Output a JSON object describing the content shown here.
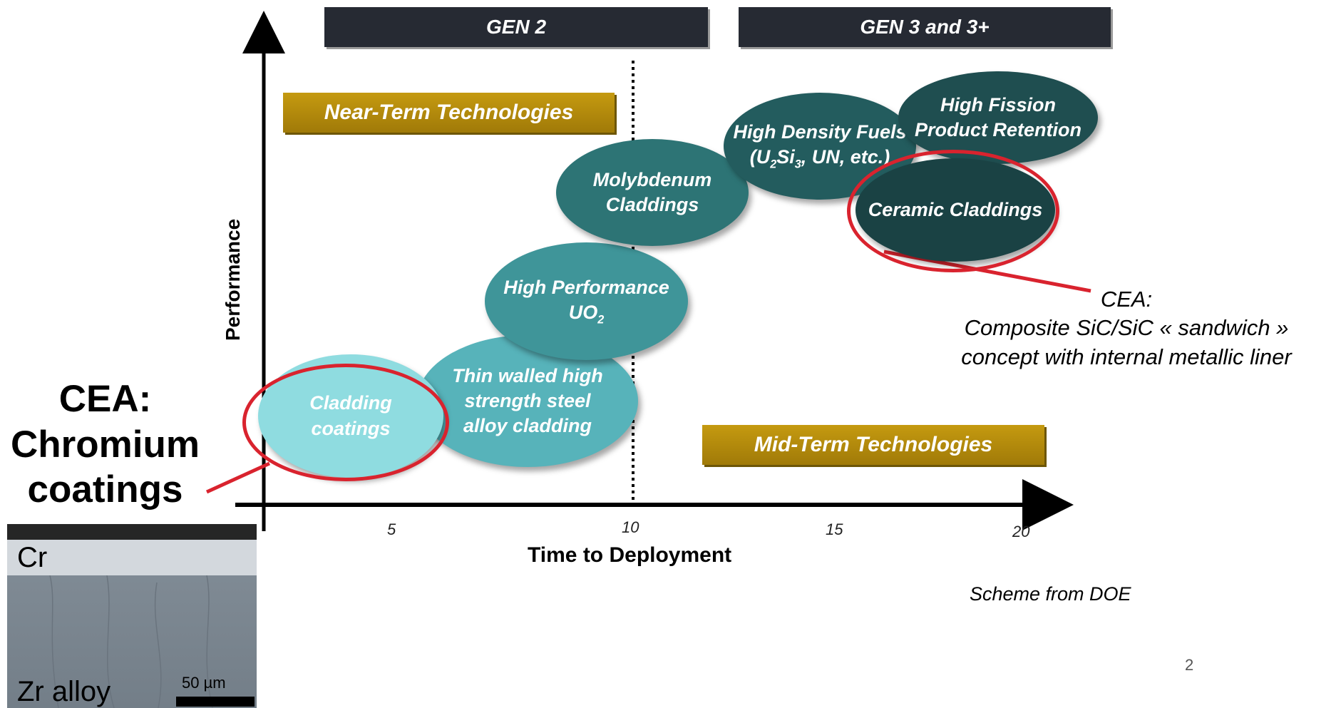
{
  "header": {
    "gen2": "GEN 2",
    "gen3": "GEN 3 and 3+"
  },
  "bands": {
    "near_term": "Near-Term Technologies",
    "mid_term": "Mid-Term Technologies"
  },
  "axes": {
    "ylabel": "Performance",
    "xlabel": "Time to Deployment",
    "xticks": [
      "5",
      "10",
      "15",
      "20"
    ]
  },
  "technologies": [
    {
      "line1": "Cladding",
      "line2": "coatings",
      "color": "#8fdce0"
    },
    {
      "line1": "Thin walled high",
      "line2": "strength steel",
      "line3": "alloy cladding",
      "color": "#57b3ba"
    },
    {
      "line1": "High Performance",
      "line2": "UO",
      "sub": "2",
      "color": "#3f9599"
    },
    {
      "line1": "Molybdenum",
      "line2": "Claddings",
      "color": "#2d7475"
    },
    {
      "line1": "High Density Fuels",
      "line2_pre": "(U",
      "line2_sub1": "2",
      "line2_mid": "Si",
      "line2_sub2": "3",
      "line2_post": ", UN, etc.)",
      "color": "#235c5e"
    },
    {
      "line1": "High Fission",
      "line2": "Product Retention",
      "color": "#1f4e50"
    },
    {
      "line1": "Ceramic Claddings",
      "color": "#1a4244"
    }
  ],
  "annotations": {
    "cea_right": [
      "CEA:",
      "Composite SiC/SiC « sandwich »",
      "concept with internal metallic liner"
    ],
    "cea_left": [
      "CEA:",
      "Chromium",
      "coatings"
    ],
    "source": "Scheme from DOE",
    "page_number": "2",
    "highlight_color": "#d9232e"
  },
  "micrograph": {
    "top_label": "Cr",
    "bottom_label": "Zr alloy",
    "scale_label": "50 µm"
  }
}
